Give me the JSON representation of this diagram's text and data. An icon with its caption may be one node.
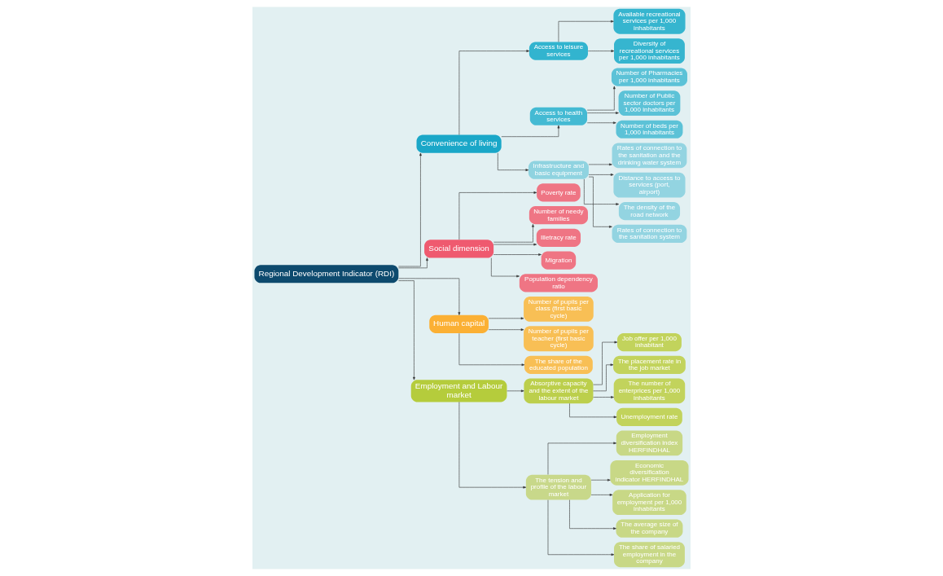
{
  "diagram": {
    "nodes": [
      {
        "text": [
          "Regional Development Indicator (RDI)"
        ]
      },
      {
        "text": [
          "Convenience of living"
        ]
      },
      {
        "text": [
          "Access to leisure services"
        ]
      },
      {
        "text": [
          "Available recreational services per 1,000 inhabitants"
        ]
      },
      {
        "text": [
          "Diversity of recreational services per 1,000 inhabitants"
        ]
      },
      {
        "text": [
          "Access to health services"
        ]
      },
      {
        "text": [
          "Number of Pharmacies per 1,000 inhabitants"
        ]
      },
      {
        "text": [
          "Number of Public sector doctors per 1,000 inhabitants"
        ]
      },
      {
        "text": [
          "Number of beds per 1,000 inhabitants"
        ]
      },
      {
        "text": [
          "Infrastructure and basic equipment"
        ]
      },
      {
        "text": [
          "Rates of connection to the sanitation and the drinking water system"
        ]
      },
      {
        "text": [
          "Distance to access to services (port, airport)"
        ]
      },
      {
        "text": [
          "The density of the road network"
        ]
      },
      {
        "text": [
          "Rates of connection to the sanitation system"
        ]
      },
      {
        "text": [
          "Social dimension"
        ]
      },
      {
        "text": [
          "Poverty rate"
        ]
      },
      {
        "text": [
          "Number of needy families"
        ]
      },
      {
        "text": [
          "Illetracy rate"
        ]
      },
      {
        "text": [
          "Migration"
        ]
      },
      {
        "text": [
          "Population dependency ratio"
        ]
      },
      {
        "text": [
          "Human capital"
        ]
      },
      {
        "text": [
          "Number of pupils per class (first basic cycle)"
        ]
      },
      {
        "text": [
          "Number of pupils per teacher (first basic cycle)"
        ]
      },
      {
        "text": [
          "The share of the educated population"
        ]
      },
      {
        "text": [
          "Employment and Labour market"
        ]
      },
      {
        "text": [
          "Absorptive capacity and the extent of the labour market"
        ]
      },
      {
        "text": [
          "Job offer per 1,000 inhabitant"
        ]
      },
      {
        "text": [
          "The placement rate in the job market"
        ]
      },
      {
        "text": [
          "The number of enterprices per 1,000 inhabitants"
        ]
      },
      {
        "text": [
          "Unemployment rate"
        ]
      },
      {
        "text": [
          "The tension and profile of the labour market"
        ]
      },
      {
        "text": [
          "Employment diversification index HERFINDHAL"
        ]
      },
      {
        "text": [
          "Economic diversification indicator HERFINDHAL"
        ]
      },
      {
        "text": [
          "Application for employment per 1,000 inhabitants"
        ]
      },
      {
        "text": [
          "The average size of the company"
        ]
      },
      {
        "text": [
          "The share of salaried employment in the company"
        ]
      }
    ],
    "edges": [
      {
        "from": 0,
        "to": 1,
        "arrow": "to"
      },
      {
        "from": 0,
        "to": 14,
        "arrow": "to"
      },
      {
        "from": 0,
        "to": 20,
        "arrow": "to"
      },
      {
        "from": 0,
        "to": 24,
        "arrow": "to"
      },
      {
        "from": 1,
        "to": 2,
        "arrow": "to"
      },
      {
        "from": 1,
        "to": 5,
        "arrow": "to"
      },
      {
        "from": 1,
        "to": 9,
        "arrow": "to"
      },
      {
        "from": 2,
        "to": 3,
        "arrow": "to"
      },
      {
        "from": 2,
        "to": 4,
        "arrow": "to"
      },
      {
        "from": 5,
        "to": 6,
        "arrow": "to"
      },
      {
        "from": 5,
        "to": 7,
        "arrow": "to"
      },
      {
        "from": 5,
        "to": 8,
        "arrow": "to"
      },
      {
        "from": 9,
        "to": 10,
        "arrow": "to"
      },
      {
        "from": 9,
        "to": 11,
        "arrow": "to"
      },
      {
        "from": 9,
        "to": 12,
        "arrow": "to"
      },
      {
        "from": 9,
        "to": 13,
        "arrow": "to"
      },
      {
        "from": 14,
        "to": 15,
        "arrow": "to"
      },
      {
        "from": 14,
        "to": 16,
        "arrow": "to"
      },
      {
        "from": 14,
        "to": 17,
        "arrow": "to"
      },
      {
        "from": 14,
        "to": 18,
        "arrow": "to"
      },
      {
        "from": 14,
        "to": 19,
        "arrow": "to"
      },
      {
        "from": 20,
        "to": 21,
        "arrow": "to"
      },
      {
        "from": 20,
        "to": 22,
        "arrow": "to"
      },
      {
        "from": 20,
        "to": 23,
        "arrow": "to"
      },
      {
        "from": 24,
        "to": 25,
        "arrow": "to"
      },
      {
        "from": 24,
        "to": 30,
        "arrow": "to"
      },
      {
        "from": 25,
        "to": 26,
        "arrow": "to"
      },
      {
        "from": 25,
        "to": 27,
        "arrow": "to"
      },
      {
        "from": 25,
        "to": 28,
        "arrow": "to"
      },
      {
        "from": 25,
        "to": 29,
        "arrow": "to"
      },
      {
        "from": 30,
        "to": 31,
        "arrow": "to"
      },
      {
        "from": 30,
        "to": 32,
        "arrow": "to"
      },
      {
        "from": 30,
        "to": 33,
        "arrow": "to"
      },
      {
        "from": 30,
        "to": 34,
        "arrow": "to"
      },
      {
        "from": 30,
        "to": 35,
        "arrow": "to"
      }
    ]
  }
}
